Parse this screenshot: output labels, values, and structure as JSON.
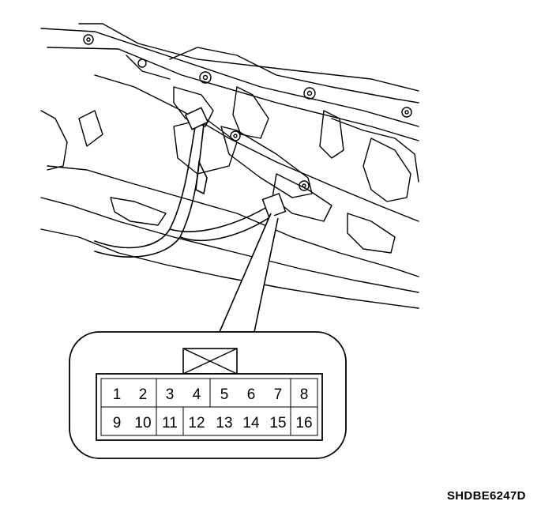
{
  "connector": {
    "pins_top": [
      "1",
      "2",
      "3",
      "4",
      "5",
      "6",
      "7",
      "8"
    ],
    "pins_bottom": [
      "9",
      "10",
      "11",
      "12",
      "13",
      "14",
      "15",
      "16"
    ]
  },
  "figure_ref": "SHDBE6247D"
}
